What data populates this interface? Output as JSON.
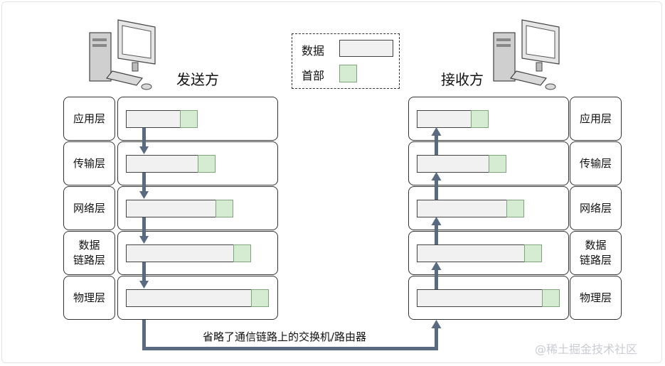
{
  "sender": {
    "title": "发送方"
  },
  "receiver": {
    "title": "接收方"
  },
  "legend": {
    "data_label": "数据",
    "header_label": "首部"
  },
  "layers": [
    {
      "label": "应用层"
    },
    {
      "label": "传输层"
    },
    {
      "label": "网络层"
    },
    {
      "label": "数据\n链路层"
    },
    {
      "label": "物理层"
    }
  ],
  "caption": "省略了通信链路上的交换机/路由器",
  "watermark": "@稀土掘金技术社区",
  "colors": {
    "data_fill": "#f1f1f1",
    "header_fill": "#d5ecd2",
    "arrow": "#5a6a80"
  },
  "icons": {
    "sender_computer": "desktop-computer-icon",
    "receiver_computer": "desktop-computer-icon"
  }
}
